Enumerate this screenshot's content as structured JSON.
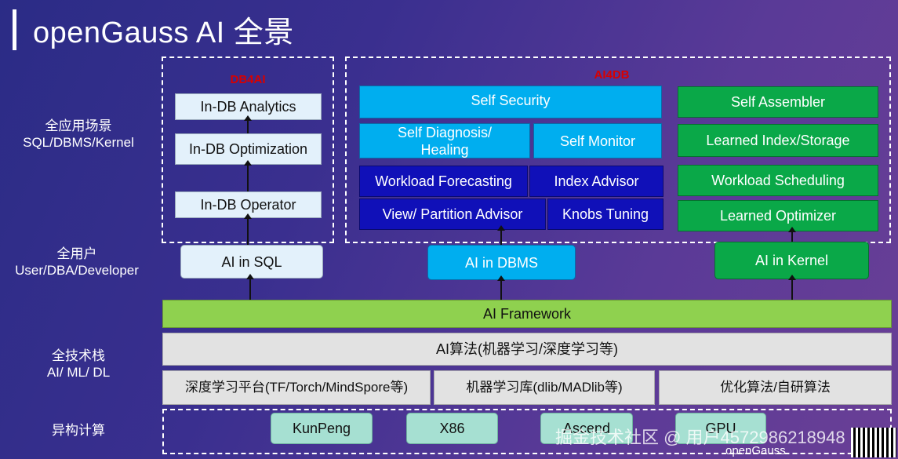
{
  "title": "openGauss AI 全景",
  "side_labels": {
    "scenario": [
      "全应用场景",
      "SQL/DBMS/Kernel"
    ],
    "user": [
      "全用户",
      "User/DBA/Developer"
    ],
    "stack": [
      "全技术栈",
      "AI/ ML/ DL"
    ],
    "hetero": [
      "异构计算"
    ]
  },
  "db4ai": {
    "title": "DB4AI",
    "items": [
      "In-DB Analytics",
      "In-DB Optimization",
      "In-DB Operator"
    ]
  },
  "ai4db": {
    "title": "AI4DB",
    "self_security": "Self Security",
    "self_diagnosis": [
      "Self Diagnosis/",
      "Healing"
    ],
    "self_monitor": "Self Monitor",
    "workload_forecasting": "Workload Forecasting",
    "index_advisor": "Index Advisor",
    "view_partition_advisor": "View/ Partition Advisor",
    "knobs_tuning": "Knobs Tuning",
    "self_assembler": "Self Assembler",
    "learned_index": "Learned Index/Storage",
    "workload_scheduling": "Workload Scheduling",
    "learned_optimizer": "Learned Optimizer"
  },
  "entries": {
    "ai_in_sql": "AI in SQL",
    "ai_in_dbms": "AI in DBMS",
    "ai_in_kernel": "AI in Kernel"
  },
  "framework": "AI Framework",
  "algorithms": "AI算法(机器学习/深度学习等)",
  "platforms": [
    "深度学习平台(TF/Torch/MindSpore等)",
    "机器学习库(dlib/MADlib等)",
    "优化算法/自研算法"
  ],
  "hardware": [
    "KunPeng",
    "X86",
    "Ascend",
    "GPU"
  ],
  "watermark": "掘金技术社区 @ 用户4572986218948",
  "footer_logo": "openGauss"
}
